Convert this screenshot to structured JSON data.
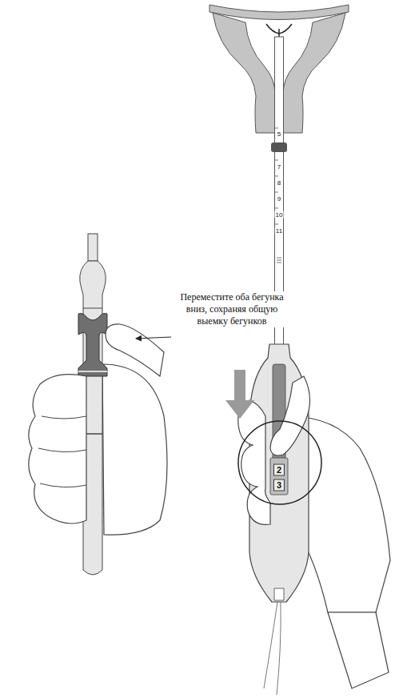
{
  "diagram": {
    "labels": [
      "Переместите оба бегунка вниз, сохраняя общую выемку бегунков",
      "5",
      "7",
      "8",
      "9",
      "10",
      "11",
      "2",
      "3"
    ]
  }
}
